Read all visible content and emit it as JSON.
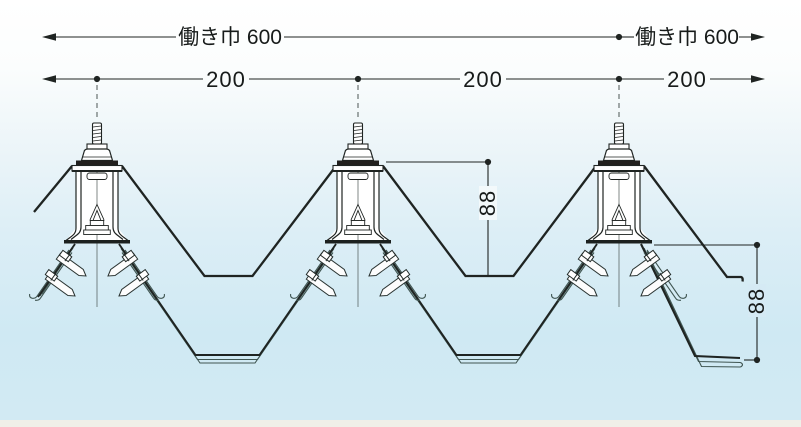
{
  "drawing": {
    "kind": "technical-section-drawing",
    "subject": "folded-plate roofing sheet profile with seam fastener assemblies",
    "peak_count": 3,
    "dimensions": {
      "working_width_mm": 600,
      "pitch_mm": 200,
      "sheet_height_mm": 88
    }
  },
  "labels": {
    "working_width_left": "働き巾 600",
    "working_width_right": "働き巾 600",
    "pitch_left": "200",
    "pitch_middle": "200",
    "pitch_right": "200",
    "height_upper_sheet": "88",
    "height_lower_sheet": "88"
  },
  "colors": {
    "background_top": "#ffffff",
    "background_blue": "#cfe9f3",
    "bottom_strip": "#f0efe8",
    "line_primary": "#1f2422",
    "line_secondary": "#3f5551"
  }
}
